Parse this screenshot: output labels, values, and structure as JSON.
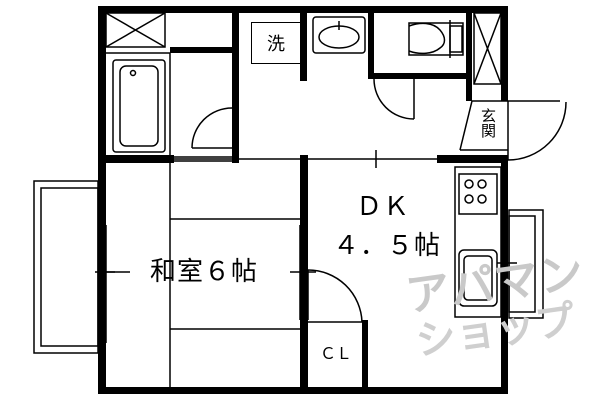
{
  "rooms": {
    "washitsu": "和室６帖",
    "dk_name": "ＤＫ",
    "dk_size": "４．５帖",
    "closet": "ＣＬ",
    "entrance": "玄関",
    "laundry": "洗"
  },
  "watermark": {
    "line1": "アパマン",
    "line2": "ショップ"
  }
}
